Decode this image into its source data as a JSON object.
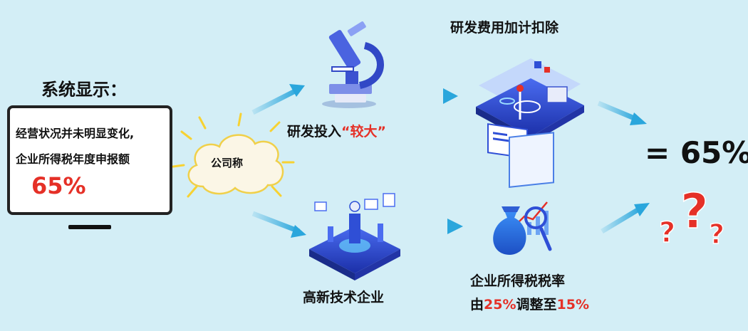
{
  "system_title": "系统显示：",
  "monitor": {
    "line1": "经营状况并未明显变化,",
    "line2": "企业所得税年度申报额",
    "percent": "65%"
  },
  "cloud_label": "公司称",
  "rd_input": {
    "prefix": "研发投入",
    "quote": "“较大”"
  },
  "rd_deduction": "研发费用加计扣除",
  "high_tech": "高新技术企业",
  "tax_rate": {
    "line1": "企业所得税税率",
    "pre": "由",
    "from": "25%",
    "mid": "调整至",
    "to": "15%"
  },
  "result": "= 65%",
  "colors": {
    "background": "#d3eef6",
    "accent_red": "#e53027",
    "arrow_blue": "#2aa6dc"
  }
}
